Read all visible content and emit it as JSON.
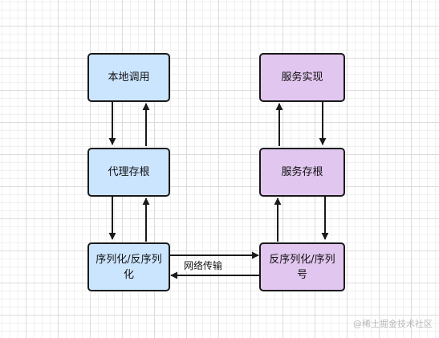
{
  "nodes": {
    "local_call": "本地调用",
    "proxy_stub": "代理存根",
    "client_serialize": "序列化/反序列化",
    "service_impl": "服务实现",
    "service_stub": "服务存根",
    "server_serialize": "反序列化/序列号"
  },
  "edge_labels": {
    "network": "网络传输"
  },
  "watermark": "@稀土掘金技术社区",
  "colors": {
    "client_fill": "#cce5ff",
    "server_fill": "#e1c6ef",
    "stroke": "#1a1a1a",
    "grid": "#dcdcdc"
  }
}
